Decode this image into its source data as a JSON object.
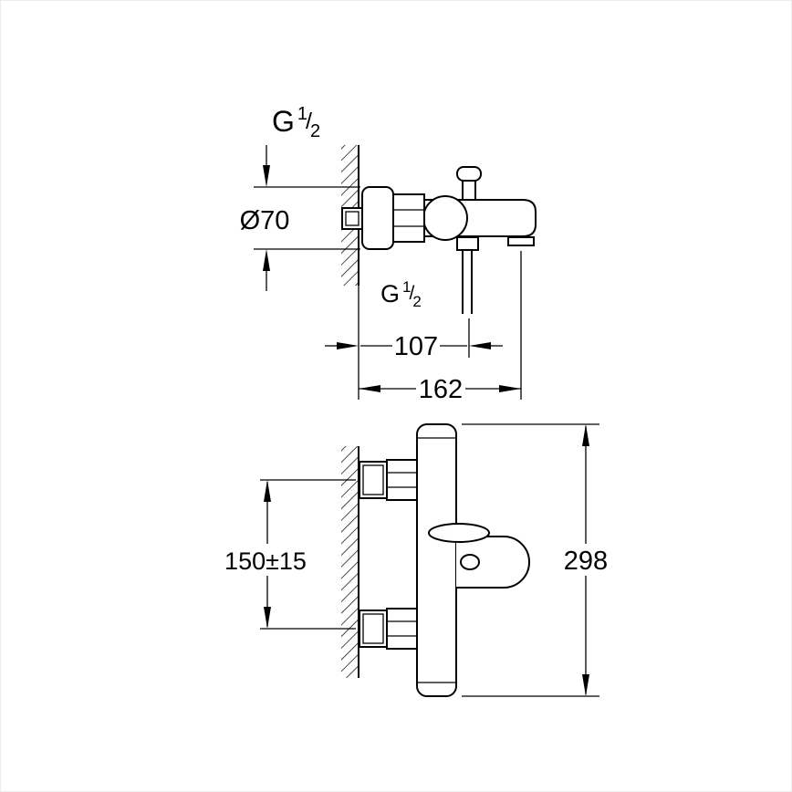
{
  "page": {
    "background": "#ffffff",
    "line_color": "#000000",
    "description": "Technical dimension drawing of a wall-mounted bath/shower mixer faucet, side view (top) and front view (bottom)"
  },
  "top_view": {
    "thread_top": {
      "base": "G",
      "num": "1",
      "sep": "/",
      "den": "2"
    },
    "diameter": "Ø70",
    "thread_outlet": {
      "base": "G",
      "num": "1",
      "sep": "/",
      "den": "2"
    },
    "dim_107": "107",
    "dim_162": "162"
  },
  "front_view": {
    "dim_150": "150±15",
    "dim_298": "298"
  }
}
